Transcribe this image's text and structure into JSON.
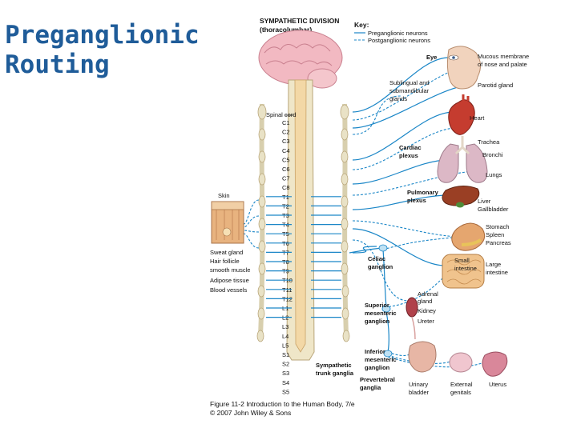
{
  "slide": {
    "title_line1": "Preganglionic",
    "title_line2": "Routing"
  },
  "figure": {
    "header_line1": "SYMPATHETIC DIVISION",
    "header_line2": "(thoracolumbar)",
    "key": {
      "title": "Key:",
      "pre_label": "Preganglionic neurons",
      "post_label": "Postganglionic neurons"
    },
    "spinal_cord_label": "Spinal cord",
    "segments": [
      "C1",
      "C2",
      "C3",
      "C4",
      "C5",
      "C6",
      "C7",
      "C8",
      "T1",
      "T2",
      "T3",
      "T4",
      "T5",
      "T6",
      "T7",
      "T8",
      "T9",
      "T10",
      "T11",
      "T12",
      "L1",
      "L2",
      "L3",
      "L4",
      "L5",
      "S1",
      "S2",
      "S3",
      "S4",
      "S5"
    ],
    "left_labels": {
      "skin": "Skin",
      "sweat_gland": "Sweat gland",
      "hair_follicle": "Hair follicle",
      "smooth_muscle": "smooth muscle",
      "adipose": "Adipose tissue",
      "blood_vessels": "Blood vessels"
    },
    "mid_labels": {
      "sublingual": "Sublingual and",
      "submandibular": "submandibular",
      "glands": "glands",
      "cardiac": "Cardiac",
      "cardiac2": "plexus",
      "pulmonary": "Pulmonary",
      "pulmonary2": "plexus",
      "celiac": "Celiac",
      "celiac2": "ganglion",
      "sup_mes1": "Superior",
      "sup_mes2": "mesenteric",
      "sup_mes3": "ganglion",
      "inf_mes1": "Inferior",
      "inf_mes2": "mesenteric",
      "inf_mes3": "ganglion",
      "prever1": "Prevertebral",
      "prever2": "ganglia",
      "symp_trunk1": "Sympathetic",
      "symp_trunk2": "trunk ganglia"
    },
    "organ_labels": {
      "eye": "Eye",
      "mucous1": "Mucous membrane",
      "mucous2": "of nose and palate",
      "parotid": "Parotid gland",
      "heart": "Heart",
      "trachea": "Trachea",
      "bronchi": "Bronchi",
      "lungs": "Lungs",
      "liver": "Liver",
      "gallbladder": "Gallbladder",
      "stomach": "Stomach",
      "spleen": "Spleen",
      "pancreas": "Pancreas",
      "small_int1": "Small",
      "small_int2": "intestine",
      "large_int1": "Large",
      "large_int2": "intestine",
      "adrenal1": "Adrenal",
      "adrenal2": "gland",
      "kidney": "Kidney",
      "ureter": "Ureter",
      "urinary1": "Urinary",
      "urinary2": "bladder",
      "external1": "External",
      "external2": "genitals",
      "uterus": "Uterus"
    },
    "caption_line1": "Figure 11-2  Introduction to the Human Body, 7/e",
    "caption_line2": "© 2007 John Wiley & Sons"
  }
}
